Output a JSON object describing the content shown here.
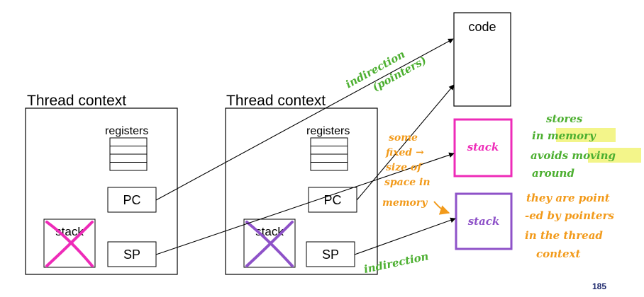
{
  "diagram": {
    "left_context": {
      "title": "Thread context",
      "registers_label": "registers",
      "pc_label": "PC",
      "sp_label": "SP",
      "stack_label": "stack"
    },
    "right_context": {
      "title": "Thread context",
      "registers_label": "registers",
      "pc_label": "PC",
      "sp_label": "SP",
      "stack_label": "stack"
    },
    "code_label": "code",
    "stack_top_label": "stack",
    "stack_bottom_label": "stack",
    "annotations": {
      "indirection_pointers": [
        "indirection",
        "(pointers)"
      ],
      "some_fixed_size": [
        "some",
        "fixed  →",
        "size of",
        "space in",
        "memory"
      ],
      "stores_in_memory": [
        "stores",
        "in memory",
        "avoids moving",
        "around"
      ],
      "they_are_pointed": [
        "they are point",
        "-ed by pointers",
        "in the thread",
        "context"
      ],
      "indirection_bottom": "indirection"
    },
    "page_number": "185",
    "colors": {
      "black": "#000000",
      "green": "#4caf30",
      "orange": "#f29a1a",
      "magenta": "#ee2bb8",
      "purple": "#8e52c8",
      "highlight": "#f3f58a",
      "page_number": "#1f2a6e"
    }
  }
}
